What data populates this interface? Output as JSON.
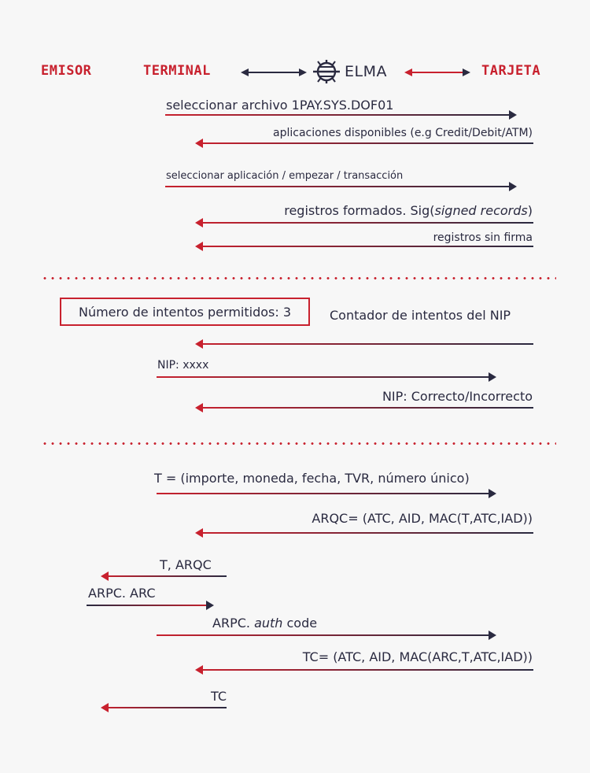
{
  "header": {
    "emisor": "EMISOR",
    "terminal": "TERMINAL",
    "tarjeta": "TARJETA",
    "logo_text": "ELMA",
    "logo_icon": "elma-globe-icon"
  },
  "section1": {
    "m1": "seleccionar archivo 1PAY.SYS.DOF01",
    "m2": "aplicaciones disponibles (e.g Credit/Debit/ATM)",
    "m3": "seleccionar aplicación / empezar / transacción",
    "m4_prefix": "registros formados. Sig(",
    "m4_italic": "signed records",
    "m4_suffix": ")",
    "m5": "registros sin firma"
  },
  "section2": {
    "box": "Número de intentos permitidos: 3",
    "counter": "Contador de intentos del NIP",
    "nip": "NIP: xxxx",
    "result": "NIP: Correcto/Incorrecto"
  },
  "section3": {
    "t": "T = (importe, moneda, fecha, TVR, número único)",
    "arqc": "ARQC= (ATC, AID, MAC(T,ATC,IAD))",
    "t_arqc": "T, ARQC",
    "arpc_arc": "ARPC. ARC",
    "arpc_prefix": "ARPC. ",
    "arpc_italic": "auth",
    "arpc_suffix": " code",
    "tc_def": "TC= (ATC, AID, MAC(ARC,T,ATC,IAD))",
    "tc": "TC"
  },
  "colors": {
    "red": "#c8212e",
    "navy": "#2a2a40",
    "background": "#f7f7f7"
  }
}
